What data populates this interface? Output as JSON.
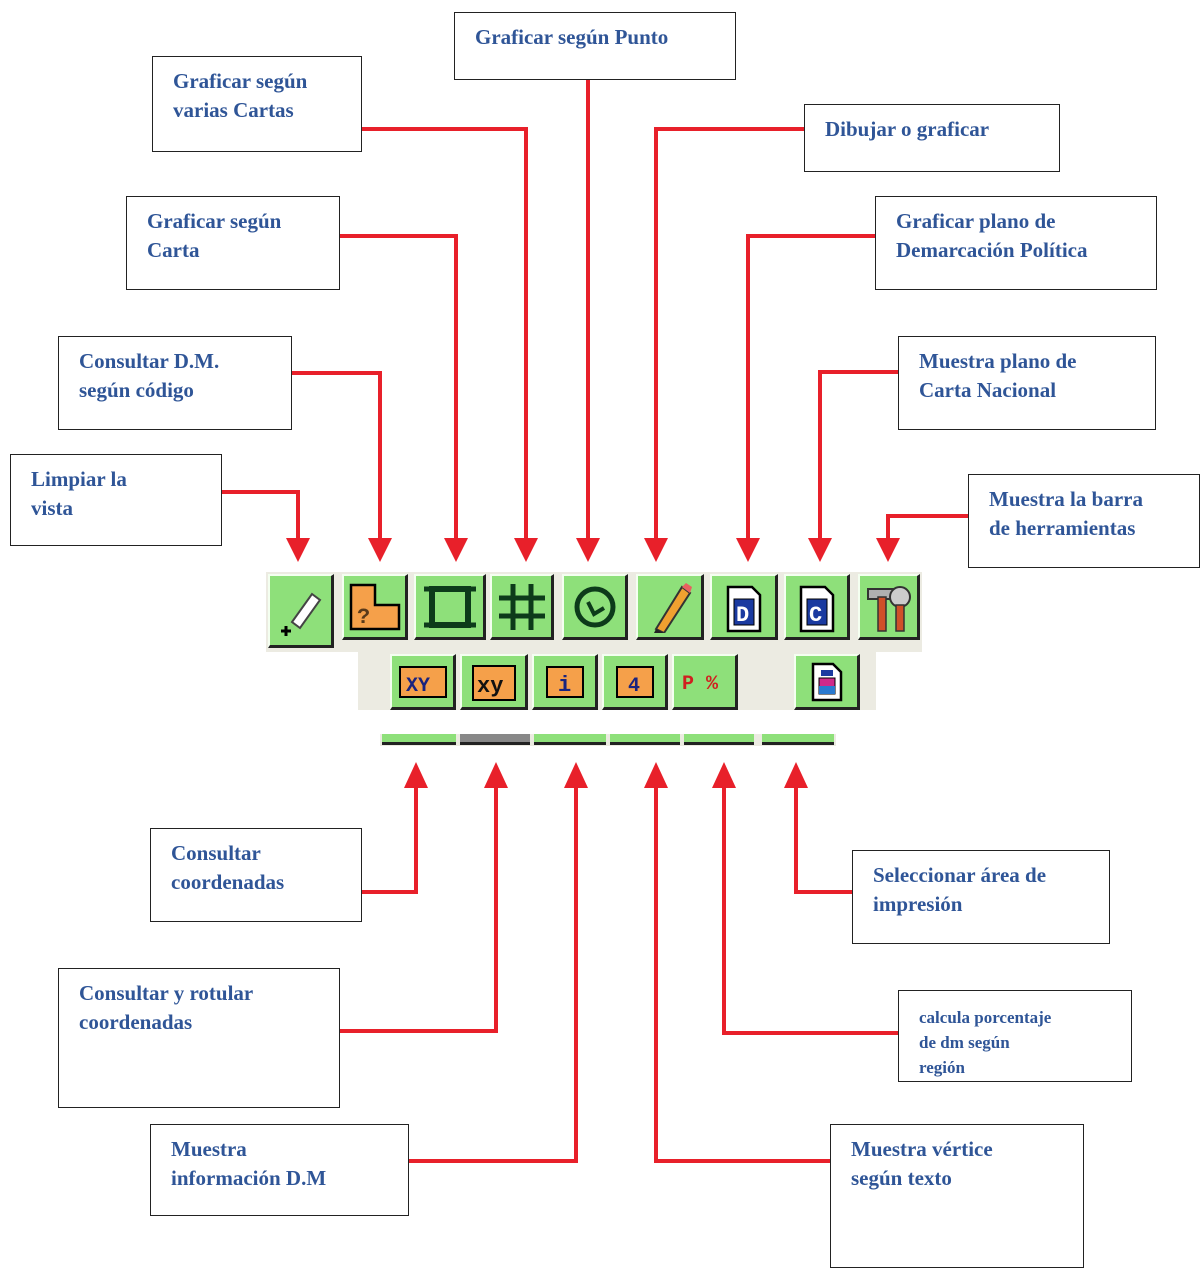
{
  "callouts_top": [
    {
      "id": "punto",
      "text": "Graficar según Punto"
    },
    {
      "id": "varias",
      "text": "Graficar según\nvarias Cartas"
    },
    {
      "id": "dibujar",
      "text": "Dibujar o graficar"
    },
    {
      "id": "carta",
      "text": "Graficar según\nCarta"
    },
    {
      "id": "demarcacion",
      "text": "Graficar plano de\nDemarcación Política"
    },
    {
      "id": "consultar_dm",
      "text": "Consultar D.M.\nsegún código"
    },
    {
      "id": "carta_nacional",
      "text": "Muestra plano de\nCarta Nacional"
    },
    {
      "id": "limpiar",
      "text": "Limpiar la\nvista"
    },
    {
      "id": "barra",
      "text": "Muestra la barra\nde herramientas"
    }
  ],
  "callouts_bottom": [
    {
      "id": "coordenadas",
      "text": "Consultar\ncoordenadas"
    },
    {
      "id": "seleccionar",
      "text": "Seleccionar área de\nimpresión"
    },
    {
      "id": "rotular",
      "text": "Consultar y rotular\ncoordenadas"
    },
    {
      "id": "porcentaje",
      "text": "calcula porcentaje\nde dm según\nregión"
    },
    {
      "id": "informacion",
      "text": "Muestra\ninformación  D.M"
    },
    {
      "id": "vertice",
      "text": "Muestra vértice\nsegún texto"
    }
  ],
  "toolbar1": [
    {
      "name": "clear-view-icon",
      "icon": "pencil-eraser"
    },
    {
      "name": "query-dm-icon",
      "icon": "question-polygon"
    },
    {
      "name": "plot-chart-icon",
      "icon": "square-frame"
    },
    {
      "name": "plot-multiple-charts-icon",
      "icon": "hash-grid"
    },
    {
      "name": "plot-point-icon",
      "icon": "target-arrow"
    },
    {
      "name": "draw-icon",
      "icon": "pencil"
    },
    {
      "name": "political-plan-icon",
      "icon": "doc-D"
    },
    {
      "name": "national-chart-icon",
      "icon": "doc-C"
    },
    {
      "name": "toolbar-toggle-icon",
      "icon": "hammer-wrench"
    }
  ],
  "toolbar2": [
    {
      "name": "coordinates-icon",
      "label": "XY"
    },
    {
      "name": "label-coordinates-icon",
      "label": "xy"
    },
    {
      "name": "info-icon",
      "label": "i"
    },
    {
      "name": "vertex-icon",
      "label": "4"
    },
    {
      "name": "percent-icon",
      "label": "P %"
    },
    {
      "name": "print-area-icon",
      "label": ""
    }
  ],
  "colors": {
    "arrow": "#e8202a",
    "text": "#2f5597",
    "button": "#8ee07a",
    "orange": "#f5a04a",
    "navy": "#1a237e"
  }
}
